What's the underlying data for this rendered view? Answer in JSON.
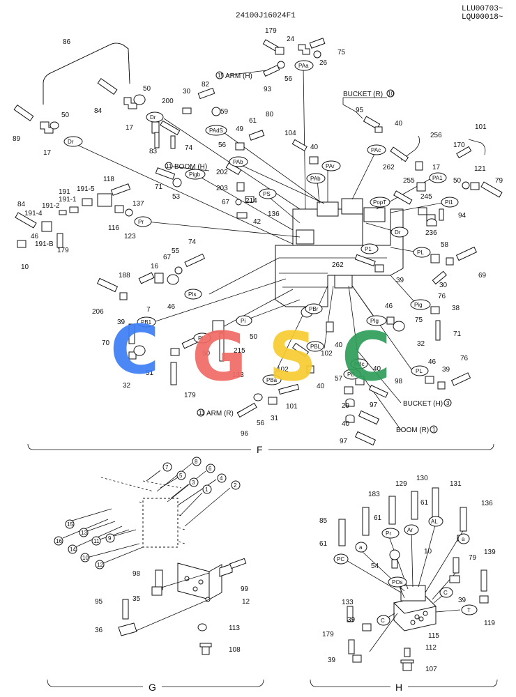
{
  "header": {
    "drawing_number": "24100J16024F1",
    "serial_top": "LLU00703~",
    "serial_bottom": "LQU00018~"
  },
  "watermark": {
    "letters": [
      {
        "ch": "C",
        "color": "#3d7ef5"
      },
      {
        "ch": "G",
        "color": "#f06a64"
      },
      {
        "ch": "S",
        "color": "#f7cc30"
      },
      {
        "ch": "C",
        "color": "#2e9e5a"
      }
    ]
  },
  "sections": {
    "F": "F",
    "G": "G",
    "H": "H"
  },
  "port_tags": [
    "Dr",
    "Dr",
    "PAb",
    "PAa",
    "PAdS",
    "PAb",
    "PAr",
    "PAc",
    "PA1",
    "PopT",
    "Pi1",
    "Pigb",
    "PS",
    "Pr",
    "Dr",
    "PL",
    "P1",
    "Pig",
    "PIs",
    "PB1",
    "Pi",
    "Pi",
    "PBr",
    "PBL",
    "PBa",
    "PBc",
    "PB",
    "PL",
    "PIg",
    "Pr",
    "Ar",
    "AL",
    "a",
    "a",
    "PC",
    "POs",
    "C",
    "C",
    "T"
  ],
  "circuit_labels": [
    "ARM (H)",
    "BUCKET (R)",
    "BOOM (H)",
    "ARM (R)",
    "BUCKET (H)",
    "BOOM (R)"
  ],
  "circuit_numbers": [
    "15",
    "10",
    "11",
    "11",
    "3",
    "1"
  ],
  "part_numbers_F": [
    "179",
    "24",
    "75",
    "26",
    "86",
    "93",
    "56",
    "82",
    "30",
    "50",
    "84",
    "200",
    "17",
    "59",
    "50",
    "89",
    "17",
    "Dr",
    "83",
    "74",
    "49",
    "61",
    "80",
    "95",
    "40",
    "101",
    "104",
    "40",
    "256",
    "170",
    "262",
    "17",
    "121",
    "79",
    "71",
    "202",
    "56",
    "53",
    "203",
    "214",
    "67",
    "136",
    "42",
    "255",
    "245",
    "50",
    "236",
    "94",
    "191",
    "191-1",
    "191-5",
    "118",
    "137",
    "84",
    "191-2",
    "191-4",
    "116",
    "123",
    "46",
    "191-B",
    "179",
    "10",
    "55",
    "74",
    "67",
    "262",
    "58",
    "16",
    "188",
    "30",
    "69",
    "39",
    "46",
    "7",
    "76",
    "206",
    "39",
    "46",
    "38",
    "75",
    "70",
    "32",
    "71",
    "50",
    "215",
    "102",
    "51",
    "32",
    "50",
    "133",
    "102",
    "40",
    "40",
    "76",
    "46",
    "39",
    "179",
    "57",
    "98",
    "40",
    "29",
    "97",
    "101",
    "31",
    "56",
    "96",
    "40",
    "97"
  ],
  "part_numbers_G": [
    "7",
    "8",
    "6",
    "5",
    "3",
    "4",
    "1",
    "2",
    "15",
    "16",
    "13",
    "14",
    "11",
    "10",
    "9",
    "12",
    "98",
    "99",
    "95",
    "35",
    "36",
    "113",
    "108",
    "12"
  ],
  "part_numbers_H": [
    "129",
    "130",
    "131",
    "183",
    "136",
    "61",
    "85",
    "61",
    "61",
    "10",
    "54",
    "139",
    "79",
    "39",
    "133",
    "119",
    "39",
    "115",
    "179",
    "112",
    "39",
    "107"
  ]
}
